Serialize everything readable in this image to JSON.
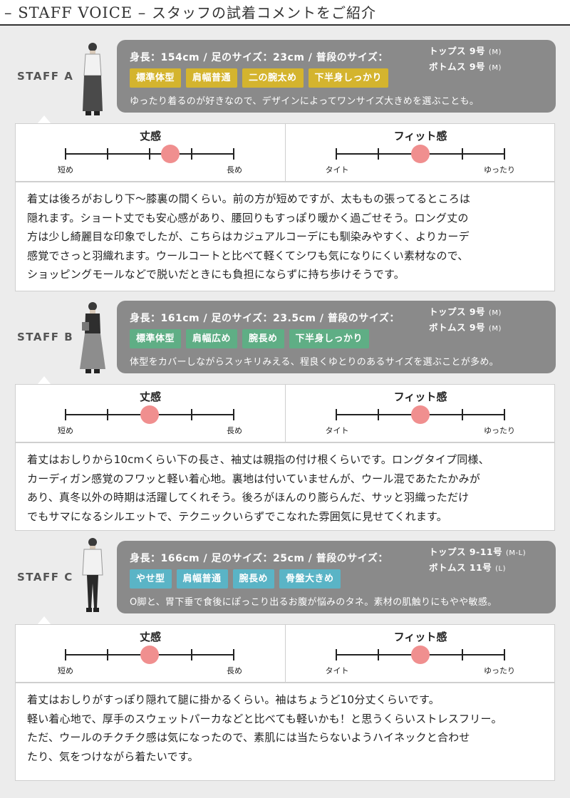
{
  "header": {
    "title_en": "STAFF VOICE",
    "title_jp": "スタッフの試着コメントをご紹介"
  },
  "scale_labels": {
    "length_title": "丈感",
    "length_min": "短め",
    "length_max": "長め",
    "fit_title": "フィット感",
    "fit_min": "タイト",
    "fit_max": "ゆったり"
  },
  "staff": [
    {
      "label": "STAFF A",
      "stats": "身長：154cm / 足のサイズ：23cm / 普段のサイズ：",
      "tops": "トップス 9号",
      "tops_size": "(M)",
      "bottoms": "ボトムス 9号",
      "bottoms_size": "(M)",
      "tags": [
        "標準体型",
        "肩幅普通",
        "二の腕太め",
        "下半身しっかり"
      ],
      "tag_color": "#d4b42e",
      "description": "ゆったり着るのが好きなので、デザインによってワンサイズ大きめを選ぶことも。",
      "length_level": 3.5,
      "fit_level": 3,
      "comment": "着丈は後ろがおしり下〜膝裏の間くらい。前の方が短めですが、太ももの張ってるところは\n隠れます。ショート丈でも安心感があり、腰回りもすっぽり暖かく過ごせそう。ロング丈の\n方は少し綺麗目な印象でしたが、こちらはカジュアルコーデにも馴染みやすく、よりカーデ\n感覚でさっと羽織れます。ウールコートと比べて軽くてシワも気になりにくい素材なので、\nショッピングモールなどで脱いだときにも負担にならずに持ち歩けそうです。"
    },
    {
      "label": "STAFF B",
      "stats": "身長：161cm / 足のサイズ：23.5cm / 普段のサイズ：",
      "tops": "トップス 9号",
      "tops_size": "(M)",
      "bottoms": "ボトムス 9号",
      "bottoms_size": "(M)",
      "tags": [
        "標準体型",
        "肩幅広め",
        "腕長め",
        "下半身しっかり"
      ],
      "tag_color": "#5fae85",
      "description": "体型をカバーしながらスッキリみえる、程良くゆとりのあるサイズを選ぶことが多め。",
      "length_level": 3,
      "fit_level": 3,
      "comment": "着丈はおしりから10cmくらい下の長さ、袖丈は親指の付け根くらいです。ロングタイプ同様、\nカーディガン感覚のフワッと軽い着心地。裏地は付いていませんが、ウール混であたたかみが\nあり、真冬以外の時期は活躍してくれそう。後ろがほんのり膨らんだ、サッと羽織っただけ\nでもサマになるシルエットで、テクニックいらずでこなれた雰囲気に見せてくれます。"
    },
    {
      "label": "STAFF C",
      "stats": "身長：166cm / 足のサイズ：25cm / 普段のサイズ：",
      "tops": "トップス 9-11号",
      "tops_size": "(M-L)",
      "bottoms": "ボトムス 11号",
      "bottoms_size": "(L)",
      "tags": [
        "やせ型",
        "肩幅普通",
        "腕長め",
        "骨盤大きめ"
      ],
      "tag_color": "#5ab4c6",
      "description": "O脚と、胃下垂で食後にぽっこり出るお腹が悩みのタネ。素材の肌触りにもやや敏感。",
      "length_level": 3,
      "fit_level": 3,
      "comment": "着丈はおしりがすっぽり隠れて腿に掛かるくらい。袖はちょうど10分丈くらいです。\n軽い着心地で、厚手のスウェットパーカなどと比べても軽いかも！と思うくらいストレスフリー。\nただ、ウールのチクチク感は気になったので、素肌には当たらないようハイネックと合わせ\nたり、気をつけながら着たいです。"
    }
  ]
}
